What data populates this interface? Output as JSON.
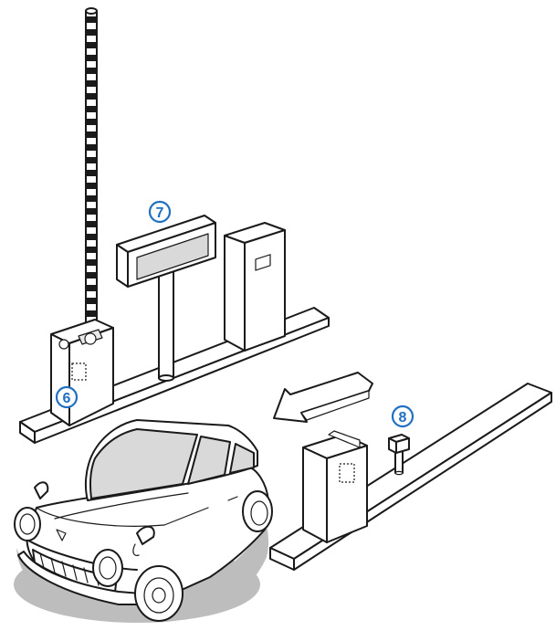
{
  "callouts": [
    {
      "id": "6",
      "label": "6"
    },
    {
      "id": "7",
      "label": "7"
    },
    {
      "id": "8",
      "label": "8"
    }
  ],
  "colors": {
    "callout": "#1f6fc2",
    "line": "#1a1a1a",
    "panel_gray": "#d9d9d9",
    "shadow_gray": "#bdbdbd"
  }
}
